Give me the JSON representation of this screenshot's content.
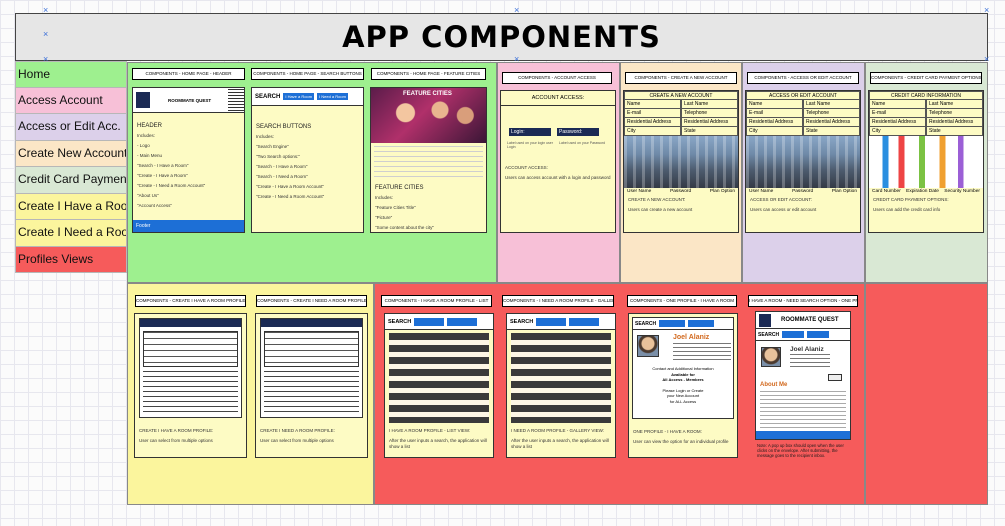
{
  "title": "APP COMPONENTS",
  "sidebar": {
    "items": [
      {
        "label": "Home",
        "color": "#9ef08f"
      },
      {
        "label": "Access Account",
        "color": "#f7c0d7"
      },
      {
        "label": "Access or Edit Acc.",
        "color": "#dcd0ea"
      },
      {
        "label": "Create New Account",
        "color": "#fbe6c6"
      },
      {
        "label": "Credit Card Payment",
        "color": "#d9e8d4"
      },
      {
        "label": "Create I Have a Room",
        "color": "#fbf59d"
      },
      {
        "label": "Create I Need a Room",
        "color": "#fbf59d"
      },
      {
        "label": "Profiles Views",
        "color": "#f65b5b"
      }
    ]
  },
  "colors": {
    "home": "#9ef08f",
    "access": "#f7c0d7",
    "create": "#fbe6c6",
    "edit": "#dcd0ea",
    "credit": "#d9e8d4",
    "room": "#fbf59d",
    "profiles": "#f65b5b"
  },
  "cards": {
    "header": {
      "label": "COMPONENTS - HOME PAGE - HEADER",
      "brand": "ROOMMATE QUEST",
      "heading": "HEADER",
      "lines": [
        "Includes:",
        "- Logo",
        "- Main Menu",
        "  \"Search - I Have a Room\"",
        "  \"Create - I Have a Room\"",
        "  \"Create - I Need a Room Account\"",
        "  \"About Us\"",
        "  \"Account Access\"",
        "Footer"
      ],
      "footer": "Footer"
    },
    "search": {
      "label": "COMPONENTS - HOME PAGE - SEARCH BUTTONS",
      "search": "SEARCH",
      "btn1": "I Have a Room",
      "btn2": "I Need a Room",
      "heading": "SEARCH BUTTONS",
      "lines": [
        "Includes:",
        "  \"Search Engine\"",
        "  \"Two Search options:\"",
        "  \"Search - I Have a Room\"",
        "  \"Search - I Need a Room\"",
        "  \"Create - I Have a Room Account\"",
        "  \"Create - I Need a Room Account\""
      ]
    },
    "featured": {
      "label": "COMPONENTS - HOME PAGE - FEATURE CITIES",
      "banner": "FEATURE CITIES",
      "heading": "FEATURE CITIES",
      "lines": [
        "Includes:",
        "  \"Feature Cities Title\"",
        "  \"Picture\"",
        "  \"Some content about the city\""
      ]
    },
    "access": {
      "label": "COMPONENTS - ACCOUNT ACCESS",
      "heading": "ACCOUNT ACCESS:",
      "login": "Login:",
      "password": "Password:",
      "hint1": "Label used on your login user Login",
      "hint2": "Label used on your Password",
      "note1": "ACCOUNT ACCESS:",
      "note2": "Users can access account with a login and password"
    },
    "create": {
      "label": "COMPONENTS - CREATE A NEW ACCOUNT",
      "heading": "CREATE A NEW ACCOUNT",
      "fields": [
        [
          "Name",
          "Last Name"
        ],
        [
          "E-mail",
          "Telephone"
        ],
        [
          "Residential Address",
          "Residential Address"
        ],
        [
          "City",
          "State"
        ]
      ],
      "bottom": [
        "User Name",
        "Password",
        "Plan Option"
      ],
      "notes": [
        "CREATE A NEW ACCOUNT:",
        "Users can create a new account"
      ]
    },
    "edit": {
      "label": "COMPONENTS - ACCESS OR EDIT ACCOUNT",
      "heading": "ACCESS OR EDIT ACCOUNT",
      "fields": [
        [
          "Name",
          "Last Name"
        ],
        [
          "E-mail",
          "Telephone"
        ],
        [
          "Residential Address",
          "Residential Address"
        ],
        [
          "City",
          "State"
        ]
      ],
      "bottom": [
        "User Name",
        "Password",
        "Plan Option"
      ],
      "notes": [
        "ACCESS OR EDIT ACCOUNT:",
        "Users can access or edit account"
      ]
    },
    "credit": {
      "label": "COMPONENTS - CREDIT CARD PAYMENT OPTIONS",
      "heading": "CREDIT CARD INFORMATION",
      "fields": [
        [
          "Name",
          "Last Name"
        ],
        [
          "E-mail",
          "Telephone"
        ],
        [
          "Residential Address",
          "Residential Address"
        ],
        [
          "City",
          "State"
        ]
      ],
      "bottom": [
        "Card Number",
        "Expiration Date",
        "Security Number"
      ],
      "notes": [
        "CREDIT CARD PAYMENT OPTIONS:",
        "Users can add the credit card info"
      ]
    },
    "haveRoom": {
      "label": "COMPONENTS - CREATE I HAVE A ROOM PROFILE",
      "notes": [
        "CREATE I HAVE A ROOM PROFILE:",
        "User can select from multiple options"
      ]
    },
    "needRoom": {
      "label": "COMPONENTS - CREATE I NEED A ROOM PROFILE",
      "notes": [
        "CREATE I NEED A ROOM PROFILE:",
        "User can select from multiple options"
      ]
    },
    "listHave": {
      "label": "COMPONENTS - I HAVE A ROOM PROFILE - LIST",
      "search": "SEARCH",
      "notes": [
        "I HAVE A ROOM PROFILE - LIST VIEW:",
        "After the user inputs a search, the application will show a list"
      ]
    },
    "listNeed": {
      "label": "COMPONENTS - I NEED A ROOM PROFILE - GALLERY",
      "search": "SEARCH",
      "notes": [
        "I NEED A ROOM PROFILE - GALLERY VIEW:",
        "After the user inputs a search, the application will show a list"
      ]
    },
    "profile": {
      "label": "COMPONENTS - ONE PROFILE - I HAVE A ROOM",
      "search": "SEARCH",
      "name": "Joel Alaniz",
      "contact": "Contact and Additional Information",
      "available": "Available for",
      "members": "All Access - Members",
      "cta": [
        "Please Login or Create",
        "your New Account",
        "for ALL Access"
      ],
      "notes": [
        "ONE PROFILE - I HAVE A ROOM:",
        "User can view the option for an individual profile"
      ]
    },
    "quest": {
      "label": "I HAVE A ROOM - NEED SEARCH OPTION - ONE PROFILE",
      "brand": "ROOMMATE QUEST",
      "search": "SEARCH",
      "name": "Joel Alaniz",
      "about": "About Me",
      "note": "Note: A pop up box should open when the user clicks on the envelope. After submitting, the message goes to the recipient inbox."
    }
  }
}
